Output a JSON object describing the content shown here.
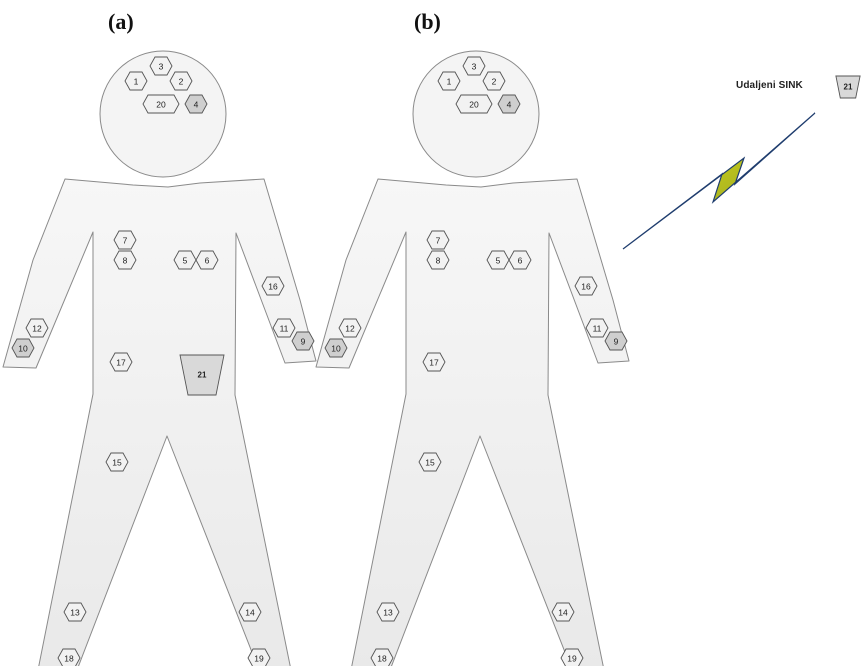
{
  "panels": [
    {
      "label": "(a)",
      "nodes": [
        {
          "id": "1",
          "shade": "light"
        },
        {
          "id": "2",
          "shade": "light"
        },
        {
          "id": "3",
          "shade": "light"
        },
        {
          "id": "4",
          "shade": "dark"
        },
        {
          "id": "20",
          "shade": "light"
        },
        {
          "id": "5",
          "shade": "light"
        },
        {
          "id": "6",
          "shade": "light"
        },
        {
          "id": "7",
          "shade": "light"
        },
        {
          "id": "8",
          "shade": "light"
        },
        {
          "id": "9",
          "shade": "dark"
        },
        {
          "id": "10",
          "shade": "dark"
        },
        {
          "id": "11",
          "shade": "light"
        },
        {
          "id": "12",
          "shade": "light"
        },
        {
          "id": "13",
          "shade": "light"
        },
        {
          "id": "14",
          "shade": "light"
        },
        {
          "id": "15",
          "shade": "light"
        },
        {
          "id": "16",
          "shade": "light"
        },
        {
          "id": "17",
          "shade": "light"
        },
        {
          "id": "18",
          "shade": "light"
        },
        {
          "id": "19",
          "shade": "light"
        }
      ],
      "sink": "21"
    },
    {
      "label": "(b)",
      "nodes": [
        {
          "id": "1",
          "shade": "light"
        },
        {
          "id": "2",
          "shade": "light"
        },
        {
          "id": "3",
          "shade": "light"
        },
        {
          "id": "4",
          "shade": "dark"
        },
        {
          "id": "20",
          "shade": "light"
        },
        {
          "id": "5",
          "shade": "light"
        },
        {
          "id": "6",
          "shade": "light"
        },
        {
          "id": "7",
          "shade": "light"
        },
        {
          "id": "8",
          "shade": "light"
        },
        {
          "id": "9",
          "shade": "dark"
        },
        {
          "id": "10",
          "shade": "dark"
        },
        {
          "id": "11",
          "shade": "light"
        },
        {
          "id": "12",
          "shade": "light"
        },
        {
          "id": "13",
          "shade": "light"
        },
        {
          "id": "14",
          "shade": "light"
        },
        {
          "id": "15",
          "shade": "light"
        },
        {
          "id": "16",
          "shade": "light"
        },
        {
          "id": "17",
          "shade": "light"
        },
        {
          "id": "18",
          "shade": "light"
        },
        {
          "id": "19",
          "shade": "light"
        }
      ]
    }
  ],
  "remote_sink": {
    "label": "Udaljeni SINK",
    "id": "21"
  },
  "colors": {
    "body_fill": "#f4f4f4",
    "body_stroke": "#8a8a8a",
    "node_light": "#f2f2f2",
    "node_dark": "#cfcfcf",
    "node_stroke": "#555555",
    "sink_fill": "#d9d9d9",
    "bolt_fill": "#d8e21c",
    "bolt_stroke": "#1f3d6e"
  }
}
